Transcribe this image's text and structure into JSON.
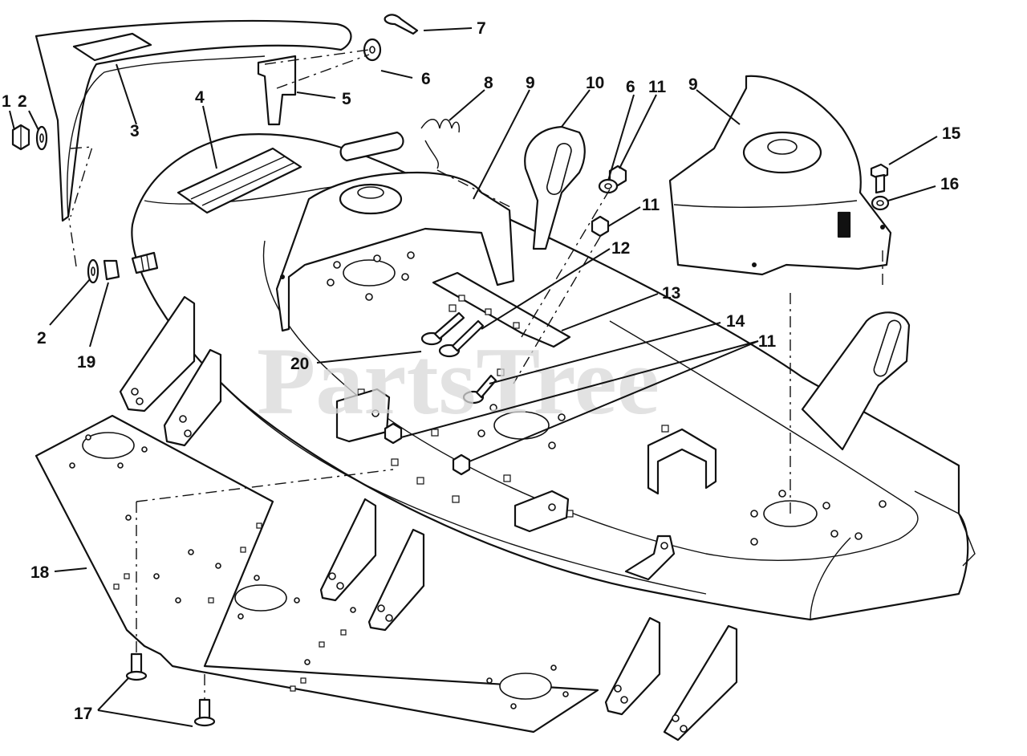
{
  "watermark": "PartsTree",
  "callouts": [
    "1",
    "2",
    "3",
    "4",
    "5",
    "6",
    "7",
    "8",
    "9",
    "10",
    "6",
    "11",
    "9",
    "15",
    "16",
    "11",
    "12",
    "13",
    "14",
    "11",
    "20",
    "2",
    "19",
    "18",
    "17"
  ],
  "colors": {
    "line": "#111111",
    "background": "#ffffff",
    "watermark": "#d9d9d9"
  }
}
